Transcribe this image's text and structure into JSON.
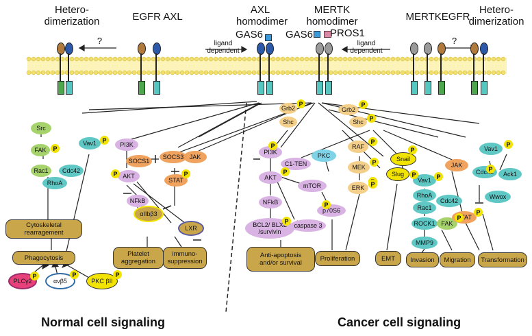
{
  "header": {
    "hetero_left": "Hetero-\ndimerization",
    "egfr_axl": "EGFR  AXL",
    "axl_homodimer": "AXL\nhomodimer",
    "mertk_homodimer": "MERTK\nhomodimer",
    "mertk_egfr": "MERTKEGFR",
    "hetero_right": "Hetero-\ndimerization",
    "gas6_left": "GAS6",
    "gas6_right": "GAS6",
    "pros1": "PROS1",
    "ligand_left": "ligand\ndependent",
    "ligand_right": "ligand\ndependent",
    "question_left": "?",
    "question_right": "?"
  },
  "nodes": {
    "grb2_left": "Grb2",
    "shc_left": "Shc",
    "grb2_right": "Grb2",
    "shc_right": "Shc",
    "src": "Src",
    "fak_left": "FAK",
    "rac1_left": "Rac1",
    "cdc42_left": "Cdc42",
    "rhoa_left": "RhoA",
    "vav1_left": "Vav1",
    "pi3k_left": "PI3K",
    "socs1": "SOCS1",
    "socs3": "SOCS3",
    "jak_left": "JAK",
    "akt_left": "AKT",
    "stat_left": "STAT",
    "nfkb_left": "NFkB",
    "aiib3": "αIIbβ3",
    "lxr": "LXR",
    "plcy2": "PLCγ2",
    "avb5": "αvβ5",
    "pkcbii": "PKC βII",
    "pi3k_right": "PI3K",
    "pkc": "PKC",
    "c1ten": "C1-TEN",
    "akt_right": "AKT",
    "mtor": "mTOR",
    "nfkb_right": "NFkB",
    "p70s6": "p70S6",
    "bcl2": "BCL2/ BLXL\n/survivin",
    "caspase3": "caspase 3",
    "raf": "RAF",
    "mek": "MEK",
    "erk": "ERK",
    "snail": "Snail",
    "slug": "Slug",
    "vav1_mid": "Vav1",
    "rhoa_mid": "RhoA",
    "rac1_mid": "Rac1",
    "cdc42_mid": "Cdc42",
    "rock1": "ROCK1",
    "fak_mid": "FAK",
    "mmp9": "MMP9",
    "jak_right": "JAK",
    "stat_right": "STAT",
    "vav1_right": "Vav1",
    "cdc42_right": "Cdc42",
    "ack1": "Ack1",
    "wwox": "Wwox",
    "phospho": "P"
  },
  "outcomes": {
    "cyto": "Cytoskeletal\nrearragement",
    "phago": "Phagocytosis",
    "platelet": "Platelet\naggregation",
    "immuno": "immuno-\nsuppression",
    "antiapop": "Anti-apoptosis\nand/or survival",
    "prolif": "Proliferation",
    "emt": "EMT",
    "invasion": "Invasion",
    "migration": "Migration",
    "transform": "Transformation"
  },
  "footer": {
    "normal": "Normal cell signaling",
    "cancer": "Cancer cell signaling"
  },
  "colors": {
    "membrane": "#f3e06a",
    "green": "#a6d36b",
    "teal": "#5fc8c5",
    "lavender": "#d9b3e3",
    "orange": "#f0a25f",
    "peach": "#f4cf8a",
    "yellow": "#f2e400",
    "blue": "#7fd3e6",
    "gold": "#c9a64a",
    "pink": "#e8407a",
    "receptor_teal": "#55c6c0",
    "receptor_green": "#4da84d",
    "receptor_blue": "#2d5aa8",
    "receptor_brown": "#b07a3c",
    "receptor_gray": "#9a9a9a"
  }
}
